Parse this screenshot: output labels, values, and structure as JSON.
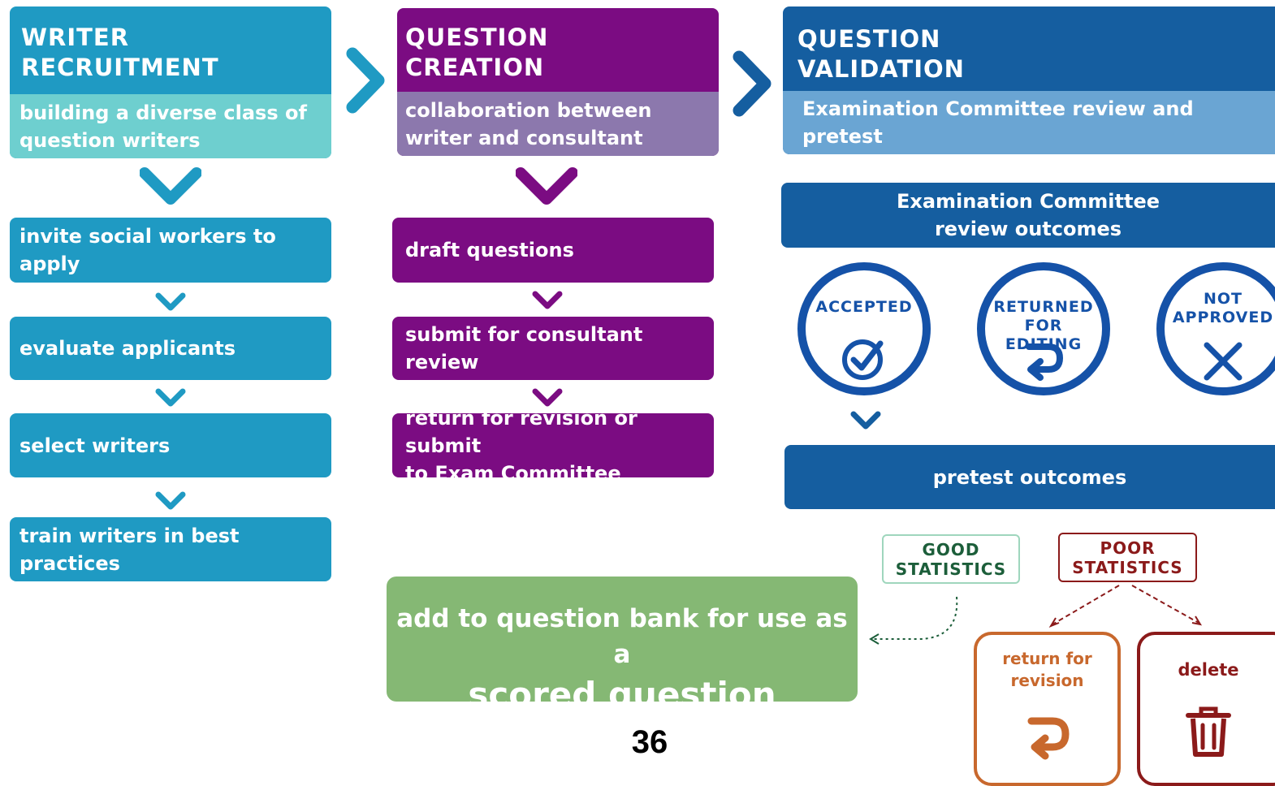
{
  "colors": {
    "blue": "#1f9ac3",
    "blue_light": "#6ecfcf",
    "purple": "#7b0c82",
    "purple_light": "#8c78ad",
    "navy": "#155ea0",
    "navy_light": "#6aa5d3",
    "circle_blue": "#1552a8",
    "green": "#85b874",
    "good_green": "#1c5e3a",
    "poor_red": "#8b1a1a",
    "orange": "#c8682d"
  },
  "columns": {
    "recruitment": {
      "title_line1": "WRITER",
      "title_line2": "RECRUITMENT",
      "subtitle_line1": "building a diverse class of",
      "subtitle_line2": "question writers",
      "steps": [
        {
          "line1": "invite social workers to",
          "line2": "apply"
        },
        {
          "line1": "evaluate applicants",
          "line2": ""
        },
        {
          "line1": "select writers",
          "line2": ""
        },
        {
          "line1": "train writers in best",
          "line2": "practices"
        }
      ]
    },
    "creation": {
      "title_line1": "QUESTION",
      "title_line2": "CREATION",
      "subtitle_line1": "collaboration between",
      "subtitle_line2": "writer and consultant",
      "steps": [
        {
          "line1": "draft questions",
          "line2": ""
        },
        {
          "line1": "submit for consultant",
          "line2": "review"
        },
        {
          "line1": "return for revision or submit",
          "line2": "to Exam Committee"
        }
      ]
    },
    "validation": {
      "title_line1": "QUESTION",
      "title_line2": "VALIDATION",
      "subtitle": "Examination Committee review and pretest",
      "review_outcomes_line1": "Examination Committee",
      "review_outcomes_line2": "review outcomes",
      "outcomes": [
        {
          "line1": "ACCEPTED",
          "line2": "",
          "icon": "check-circle-icon"
        },
        {
          "line1": "RETURNED",
          "line2": "FOR EDITING",
          "icon": "return-arrow-icon"
        },
        {
          "line1": "NOT",
          "line2": "APPROVED",
          "icon": "x-icon"
        }
      ],
      "pretest_outcomes": "pretest outcomes",
      "good_stats_line1": "GOOD",
      "good_stats_line2": "STATISTICS",
      "poor_stats_line1": "POOR",
      "poor_stats_line2": "STATISTICS",
      "return_line1": "return for",
      "return_line2": "revision",
      "delete": "delete"
    }
  },
  "bank": {
    "line1": "add to question bank for use as a",
    "line2": "scored question"
  },
  "page_number": "36"
}
